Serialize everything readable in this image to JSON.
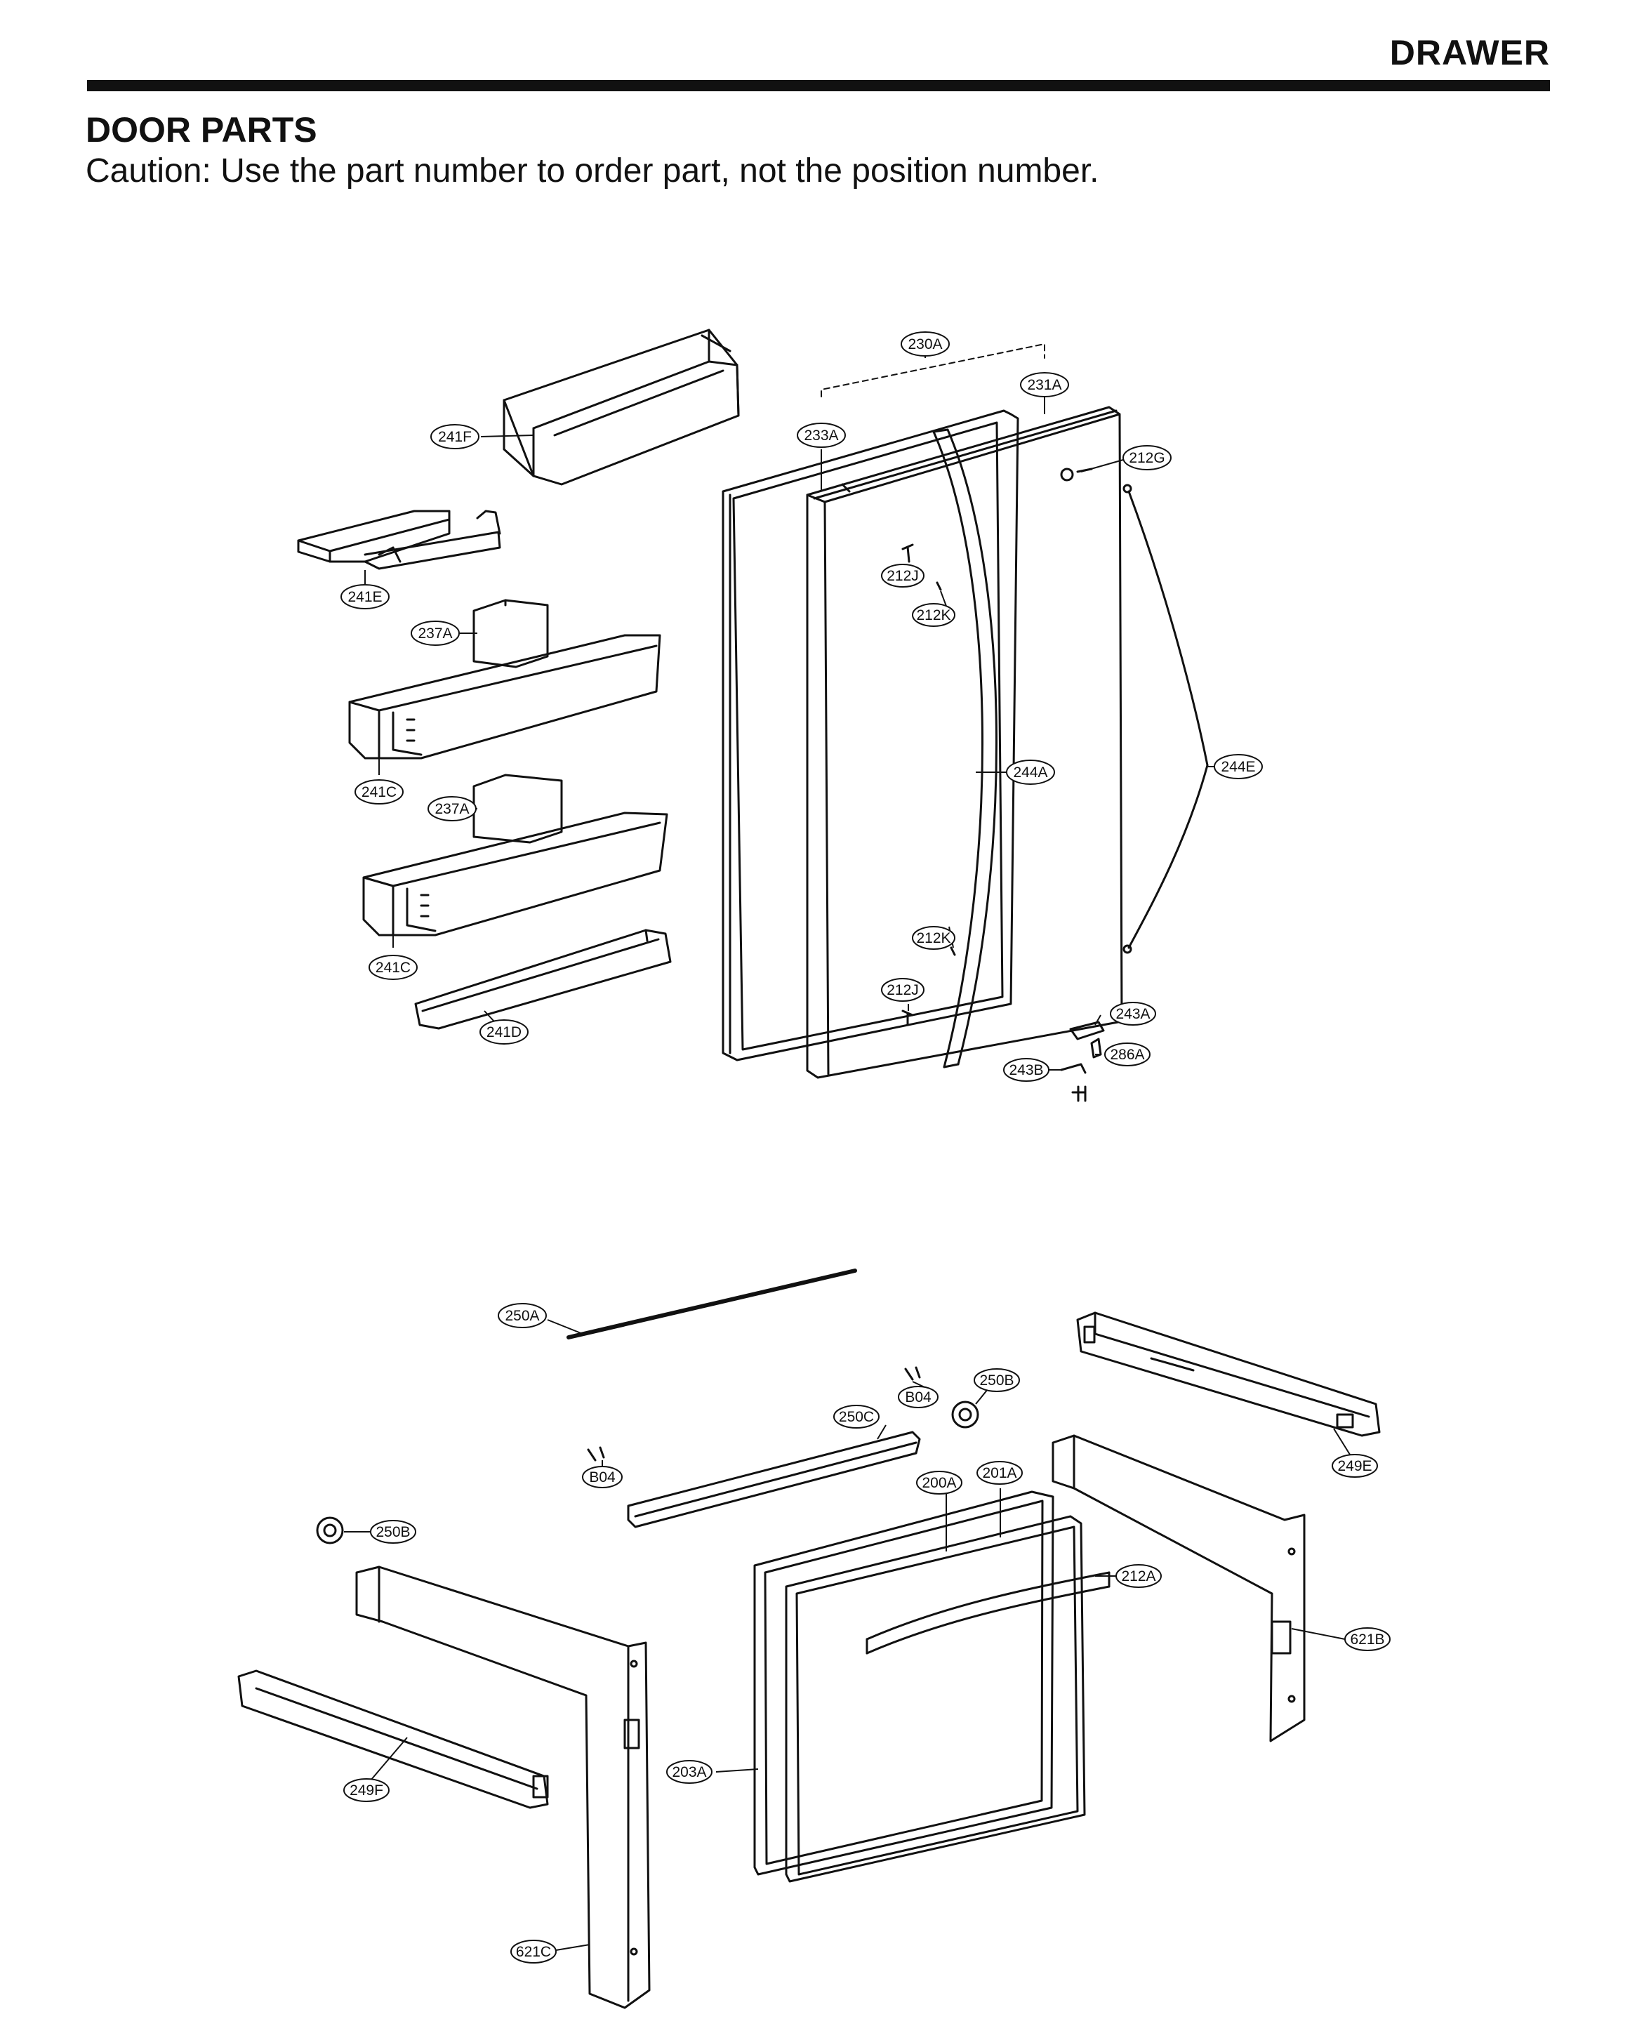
{
  "header": {
    "section": "DRAWER",
    "title": "DOOR PARTS",
    "caution": "Caution: Use the part number to order part, not the position number."
  },
  "parts": {
    "door": {
      "gasket_assembly": "230A",
      "door_assembly": "231A",
      "gasket": "233A",
      "logo": "212G",
      "handle_screw_cap_top": "212J",
      "handle_screw_top": "212K",
      "handle": "244A",
      "door_cable": "244E",
      "handle_screw_bottom": "212K",
      "handle_screw_cap_bottom": "212J",
      "hinge_cap": "243A",
      "hinge": "243B",
      "stopper": "286A"
    },
    "door_bins": {
      "dairy_bin": "241F",
      "egg_tray": "241E",
      "bin_divider_upper": "237A",
      "bin_upper": "241C",
      "bin_divider_lower": "237A",
      "bin_lower": "241C",
      "bottle_guard": "241D"
    },
    "drawer": {
      "shaft": "250A",
      "gear_right": "250B",
      "screw_right": "B04",
      "rail_bar": "250C",
      "screw_left": "B04",
      "gear_left": "250B",
      "drawer_gasket": "200A",
      "drawer_assembly": "201A",
      "drawer_handle": "212A",
      "rail_right": "249E",
      "rail_bracket_right": "621B",
      "drawer_front": "203A",
      "rail_left": "249F",
      "rail_bracket_left": "621C"
    }
  }
}
